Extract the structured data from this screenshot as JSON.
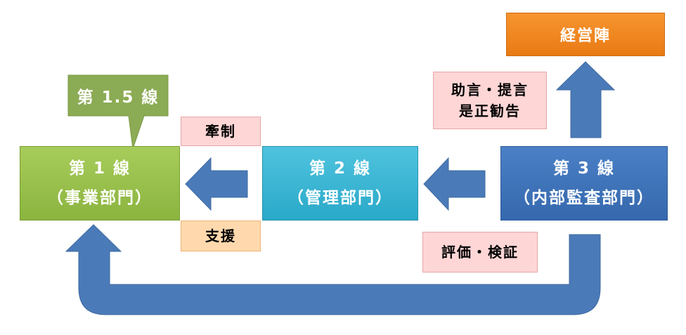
{
  "lines": {
    "line1": {
      "name": "第 1 線",
      "dept": "（事業部門）"
    },
    "line2": {
      "name": "第 2 線",
      "dept": "（管理部門）"
    },
    "line3": {
      "name": "第 3 線",
      "dept": "（内部監査部門）"
    }
  },
  "callout": {
    "text": "第 1.5 線"
  },
  "management": {
    "text": "経営陣"
  },
  "labels": {
    "restrain": "牽制",
    "support": "支援",
    "advice_line1": "助言・提言",
    "advice_line2": "是正勧告",
    "evaluate": "評価・検証"
  },
  "colors": {
    "line1": "#9bc14a",
    "line2": "#35b5d3",
    "line3": "#3e73b8",
    "management": "#f28a21",
    "arrow": "#4a7ab8",
    "callout": "#8cab55",
    "label_pink": "#ffd6d6",
    "label_orange": "#ffd9ad"
  }
}
